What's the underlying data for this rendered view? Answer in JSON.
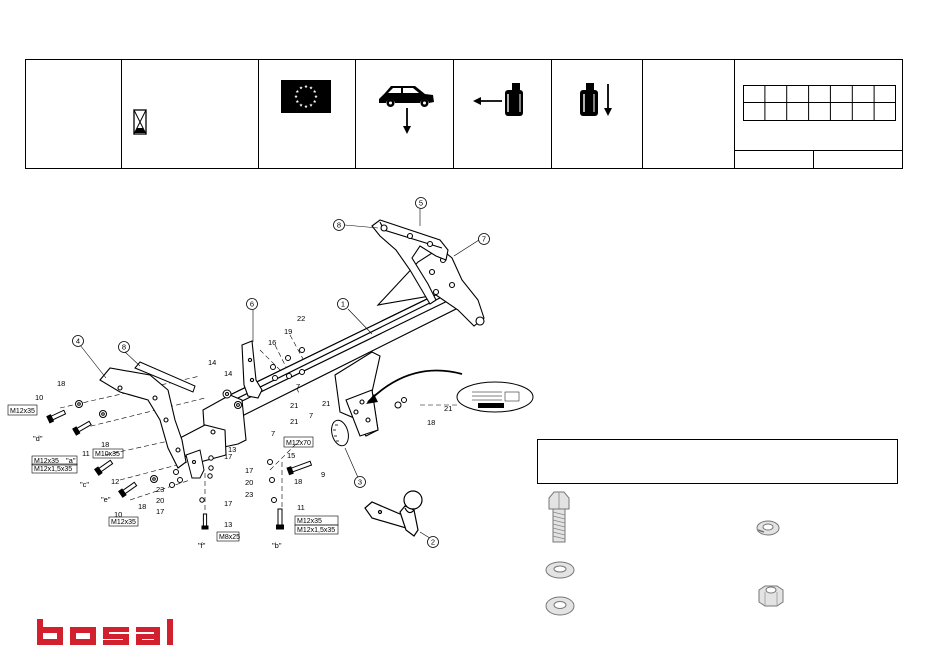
{
  "header": {
    "cells": [
      {
        "name": "blank-cell-1"
      },
      {
        "name": "hourglass-cell",
        "icon": "hourglass-icon"
      },
      {
        "name": "eu-flag-cell",
        "icon": "eu-flag-icon"
      },
      {
        "name": "vertical-load-cell",
        "icon": "car-vertical-load-icon"
      },
      {
        "name": "towing-mass-cell",
        "icon": "weight-arrow-left-icon"
      },
      {
        "name": "drop-weight-cell",
        "icon": "weight-arrow-down-icon"
      },
      {
        "name": "blank-cell-2"
      },
      {
        "name": "grid-cell"
      }
    ]
  },
  "diagram": {
    "part_numbers": [
      "1",
      "2",
      "3",
      "4",
      "5",
      "6",
      "7",
      "8"
    ],
    "labels": {
      "n7a": "7",
      "n7b": "7",
      "n7c": "7",
      "n8": "8",
      "n9": "9",
      "n10a": "10",
      "n10b": "10",
      "n11a": "11",
      "n11b": "11",
      "n12": "12",
      "n13a": "13",
      "n13b": "13",
      "n14a": "14",
      "n14b": "14",
      "n15": "15",
      "n16": "16",
      "n17a": "17",
      "n17b": "17",
      "n17c": "17",
      "n17d": "17",
      "n18a": "18",
      "n18b": "18",
      "n18c": "18",
      "n18d": "18",
      "n19": "19",
      "n20a": "20",
      "n20b": "20",
      "n21a": "21",
      "n21b": "21",
      "n21c": "21",
      "n21d": "21",
      "n22": "22",
      "n23a": "23",
      "n23b": "23",
      "qa": "\"a\"",
      "qb": "\"b\"",
      "qc": "\"c\"",
      "qd": "\"d\"",
      "qe": "\"e\"",
      "qf": "\"f\""
    },
    "boxed_labels": {
      "m12x35_a": "M12x35",
      "m12x35_b": "M12x35",
      "m12x1535_b": "M12x1,5x35",
      "m10x35": "M10x35",
      "m12x35_c": "M12x35",
      "m12x70": "M12x70",
      "m12x35_d": "M12x35",
      "m12x1535_d": "M12x1,5x35",
      "m8x25": "M8x25"
    }
  },
  "legend": {
    "icons": [
      "bolt-icon",
      "spring-washer-icon",
      "flat-washer-icon",
      "large-washer-icon",
      "nut-icon"
    ]
  },
  "brand": {
    "logo_text": "bosal",
    "color": "#d2202f"
  }
}
